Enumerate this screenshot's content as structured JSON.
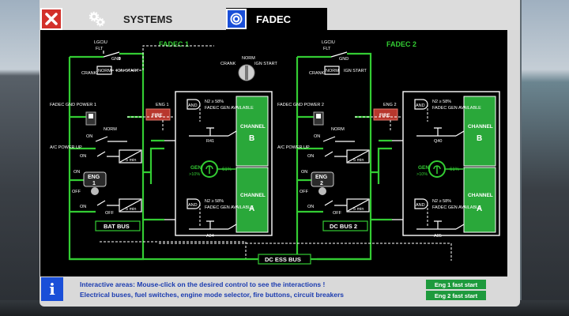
{
  "window": {
    "tabs": [
      {
        "label": "SYSTEMS",
        "icon": "gear-icon"
      },
      {
        "label": "FADEC",
        "icon": "fadec-icon"
      }
    ]
  },
  "schematic": {
    "title_left": "FADEC 1",
    "title_right": "FADEC 2",
    "lgciu": "LGCIU",
    "flt": "FLT",
    "gnd": "GND",
    "crank": "CRANK",
    "norm": "NORM",
    "ign_start": "IGN START",
    "fadec_gnd_power_1": "FADEC GND POWER 1",
    "fadec_gnd_power_2": "FADEC GND POWER 2",
    "on": "ON",
    "off": "OFF",
    "ac_power_up": "A/C POWER UP",
    "eng1": "ENG 1",
    "eng2": "ENG 2",
    "eng1_btn": "ENG",
    "eng1_num": "1",
    "eng2_num": "2",
    "fire": "FIRE",
    "timer": "5 min",
    "and": "AND",
    "n2_line": "N2 ≥ 58%",
    "fadec_gen": "FADEC GEN AVAILABLE",
    "channel": "CHANNEL",
    "channel_b": "B",
    "channel_a": "A",
    "gen": "GEN",
    "gen_sub": ">10%",
    "gen_pct": "61%",
    "r41": "R41",
    "a04": "A04",
    "q40": "Q40",
    "a05": "A05",
    "bat_bus": "BAT BUS",
    "dc_bus_2": "DC BUS 2",
    "dc_ess_bus": "DC ESS BUS"
  },
  "info": {
    "line1": "Interactive areas: Mouse-click on the desired control to see the interactions !",
    "line2": "Electrical buses, fuel switches, engine mode selector, fire buttons, circuit breakers",
    "btn1": "Eng 1 fast start",
    "btn2": "Eng 2 fast start"
  },
  "colors": {
    "accent_green": "#33cc33",
    "channel_fill": "#2aa83a",
    "background": "#000000",
    "tab_active": "#000000",
    "info_text": "#1a3bb0",
    "close_red": "#d3312b",
    "fadec_blue": "#1a4fd8"
  }
}
